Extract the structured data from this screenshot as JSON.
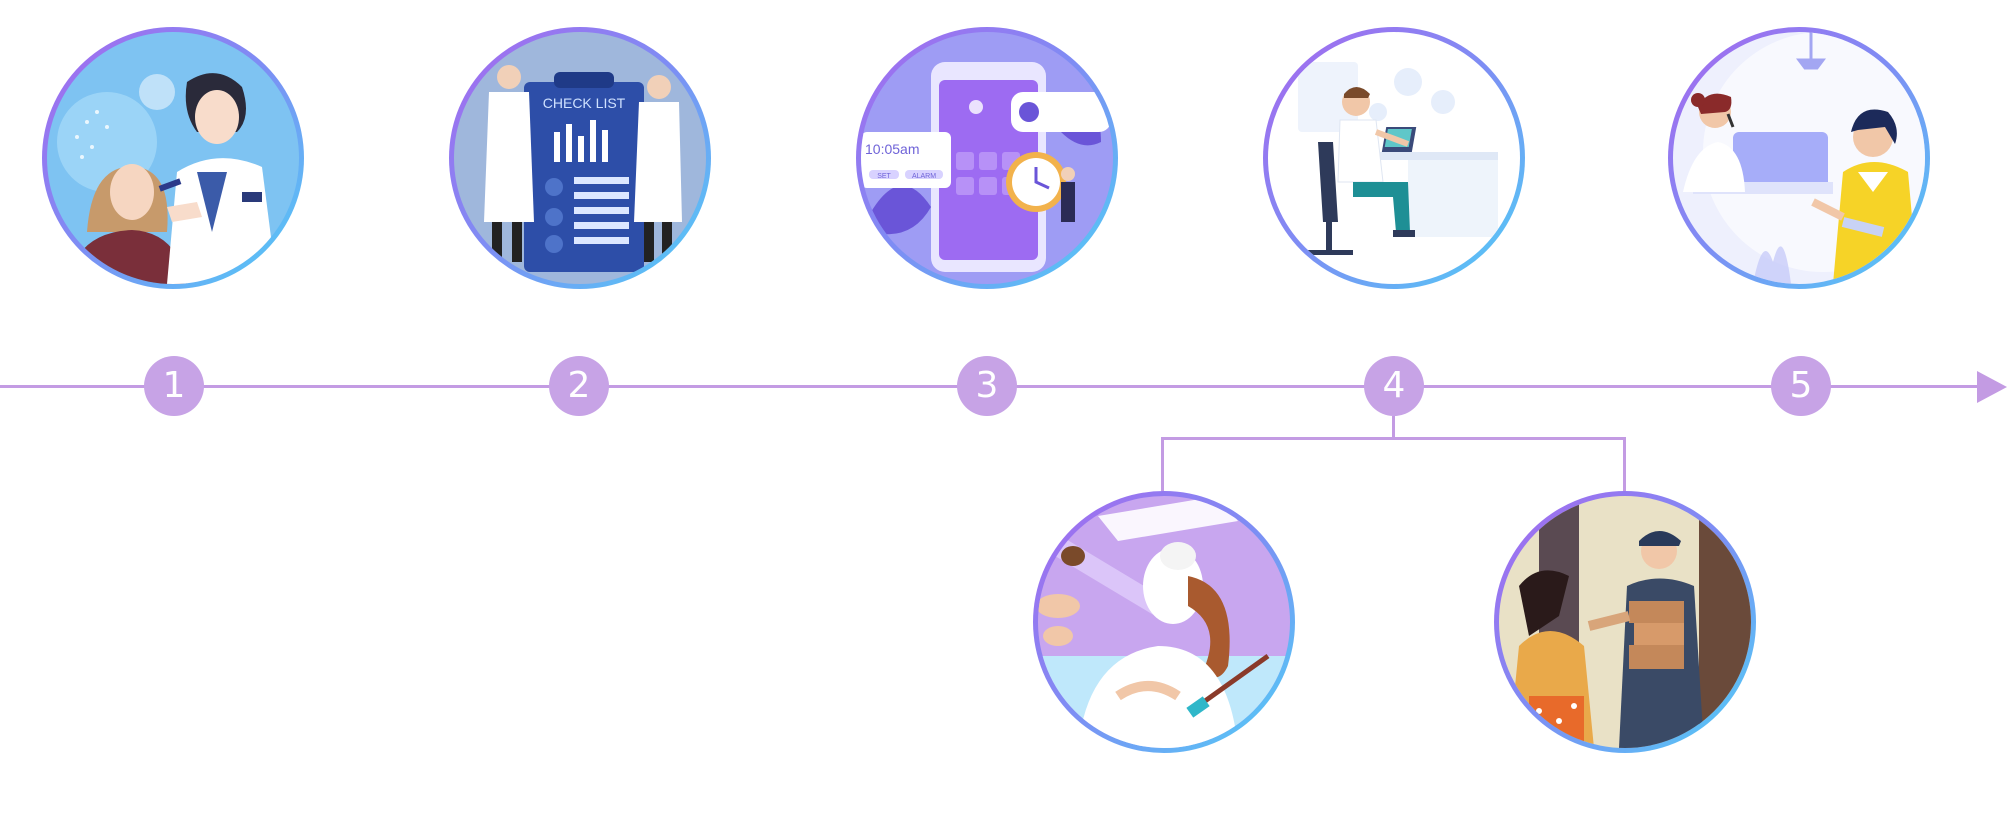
{
  "timeline": {
    "steps": [
      {
        "number": "1",
        "illustration": "doctor-eye-exam-icon"
      },
      {
        "number": "2",
        "illustration": "doctors-check-list-icon"
      },
      {
        "number": "3",
        "illustration": "mobile-booking-reminder-icon"
      },
      {
        "number": "4",
        "illustration": "doctor-computer-followup-icon"
      },
      {
        "number": "5",
        "illustration": "customer-service-call-icon"
      }
    ],
    "sub_steps": [
      {
        "illustration": "spa-facial-mask-icon"
      },
      {
        "illustration": "package-delivery-icon"
      }
    ],
    "colors": {
      "line": "#c39be3",
      "node": "#c7a3e6",
      "ring_start": "#a867ee",
      "ring_end": "#4fd0f6"
    }
  },
  "illustration_text": {
    "check_list": "CHECK LIST",
    "time": "10:05am",
    "set": "SET",
    "alarm": "ALARM"
  }
}
